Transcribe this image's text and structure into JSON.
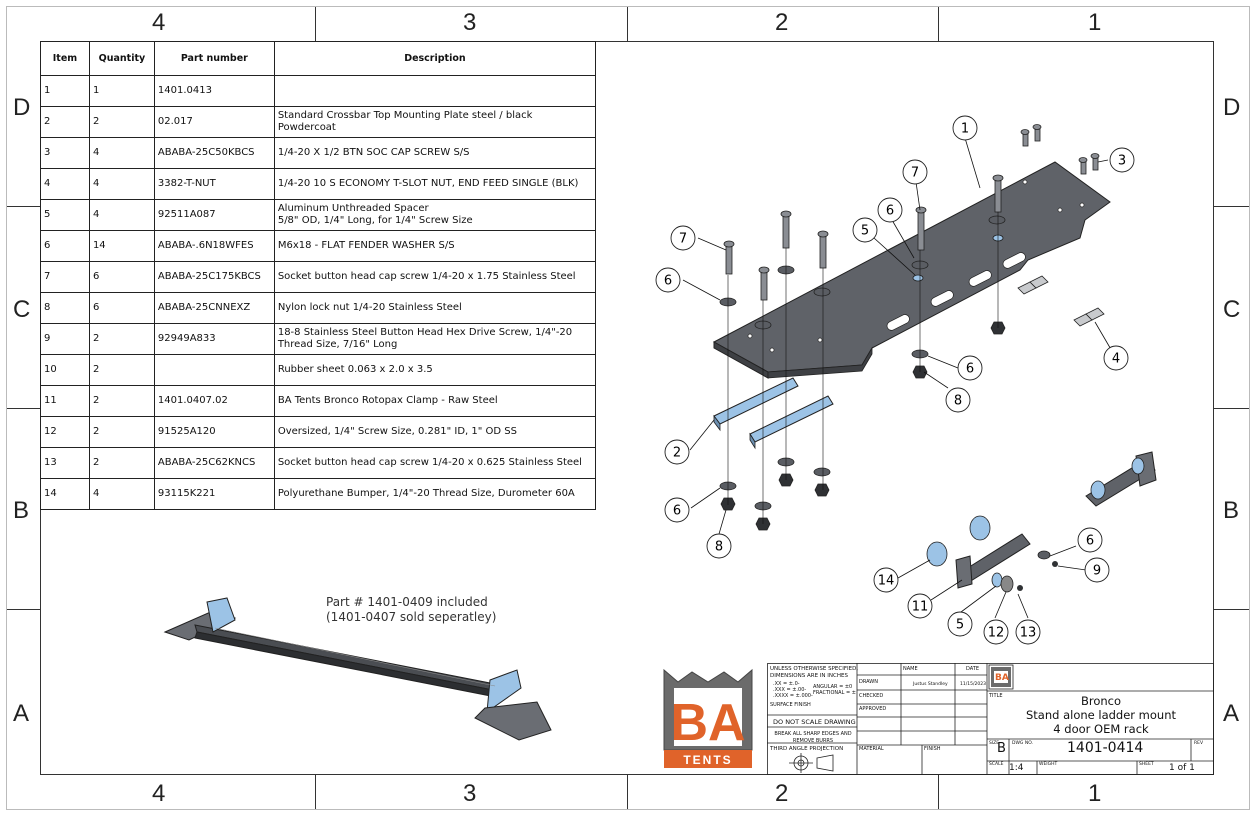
{
  "zones": {
    "columns": [
      "4",
      "3",
      "2",
      "1"
    ],
    "rows": [
      "D",
      "C",
      "B",
      "A"
    ]
  },
  "bom": {
    "headers": [
      "Item",
      "Quantity",
      "Part number",
      "Description"
    ],
    "rows": [
      {
        "item": "1",
        "qty": "1",
        "part": "1401.0413",
        "desc": ""
      },
      {
        "item": "2",
        "qty": "2",
        "part": "02.017",
        "desc": "Standard Crossbar Top Mounting Plate steel / black Powdercoat"
      },
      {
        "item": "3",
        "qty": "4",
        "part": "ABABA-25C50KBCS",
        "desc": "1/4-20 X 1/2 BTN SOC CAP SCREW S/S"
      },
      {
        "item": "4",
        "qty": "4",
        "part": "3382-T-NUT",
        "desc": "1/4-20 10 S ECONOMY T-SLOT NUT, END FEED SINGLE (BLK)"
      },
      {
        "item": "5",
        "qty": "4",
        "part": "92511A087",
        "desc": "Aluminum Unthreaded Spacer\n5/8\" OD, 1/4\" Long, for 1/4\" Screw Size"
      },
      {
        "item": "6",
        "qty": "14",
        "part": "ABABA-.6N18WFES",
        "desc": "M6x18 - FLAT FENDER WASHER S/S"
      },
      {
        "item": "7",
        "qty": "6",
        "part": "ABABA-25C175KBCS",
        "desc": "Socket button head cap screw 1/4-20 x 1.75 Stainless Steel"
      },
      {
        "item": "8",
        "qty": "6",
        "part": "ABABA-25CNNEXZ",
        "desc": "Nylon lock nut 1/4-20 Stainless Steel"
      },
      {
        "item": "9",
        "qty": "2",
        "part": "92949A833",
        "desc": "18-8 Stainless Steel Button Head Hex Drive Screw, 1/4\"-20 Thread Size, 7/16\" Long"
      },
      {
        "item": "10",
        "qty": "2",
        "part": "",
        "desc": "Rubber sheet 0.063 x 2.0 x 3.5"
      },
      {
        "item": "11",
        "qty": "2",
        "part": "1401.0407.02",
        "desc": "BA Tents Bronco Rotopax Clamp - Raw Steel"
      },
      {
        "item": "12",
        "qty": "2",
        "part": "91525A120",
        "desc": "Oversized, 1/4\" Screw Size, 0.281\" ID, 1\" OD SS"
      },
      {
        "item": "13",
        "qty": "2",
        "part": "ABABA-25C62KNCS",
        "desc": "Socket button head cap screw 1/4-20 x 0.625 Stainless Steel"
      },
      {
        "item": "14",
        "qty": "4",
        "part": "93115K221",
        "desc": "Polyurethane Bumper, 1/4\"-20 Thread Size, Durometer 60A"
      }
    ]
  },
  "note": "Part # 1401-0409 included\n(1401-0407 sold seperatley)",
  "callouts": [
    "1",
    "2",
    "3",
    "4",
    "5",
    "6",
    "7",
    "8",
    "9",
    "11",
    "12",
    "13",
    "14"
  ],
  "logo": {
    "letters": "BA",
    "subtitle": "TENTS"
  },
  "title_block": {
    "unless_specified": "UNLESS OTHERWISE SPECIFIED,\nDIMENSIONS ARE IN INCHES",
    "tolerances": ".XX = ±.0-\n.XXX = ±.00-\n.XXXX = ±.000-",
    "angular": "ANGULAR = ±0\nFRACTIONAL = ±",
    "surface_finish": "SURFACE FINISH",
    "do_not_scale": "DO NOT SCALE DRAWING",
    "break_edges": "BREAK ALL SHARP EDGES AND\nREMOVE BURRS",
    "projection": "THIRD ANGLE PROJECTION",
    "name_label": "NAME",
    "date_label": "DATE",
    "drawn_label": "DRAWN",
    "drawn_name": "Justus Standley",
    "drawn_date": "11/15/2023",
    "checked_label": "CHECKED",
    "approved_label": "APPROVED",
    "material_label": "MATERIAL",
    "finish_label": "FINISH",
    "title_label": "TITLE",
    "title_lines": "Bronco\nStand alone ladder mount\n4 door OEM rack",
    "size_label": "SIZE",
    "size": "B",
    "dwg_no_label": "DWG NO.",
    "dwg_no": "1401-0414",
    "rev_label": "REV",
    "scale_label": "SCALE",
    "scale": "1:4",
    "weight_label": "WEIGHT",
    "sheet_label": "SHEET",
    "sheet": "1 of 1",
    "small_logo": "BA"
  },
  "colors": {
    "plate": "#5f6268",
    "accent_blue": "#9cc3e6",
    "logo_orange": "#e0632a",
    "logo_gray": "#6b6b6b"
  }
}
